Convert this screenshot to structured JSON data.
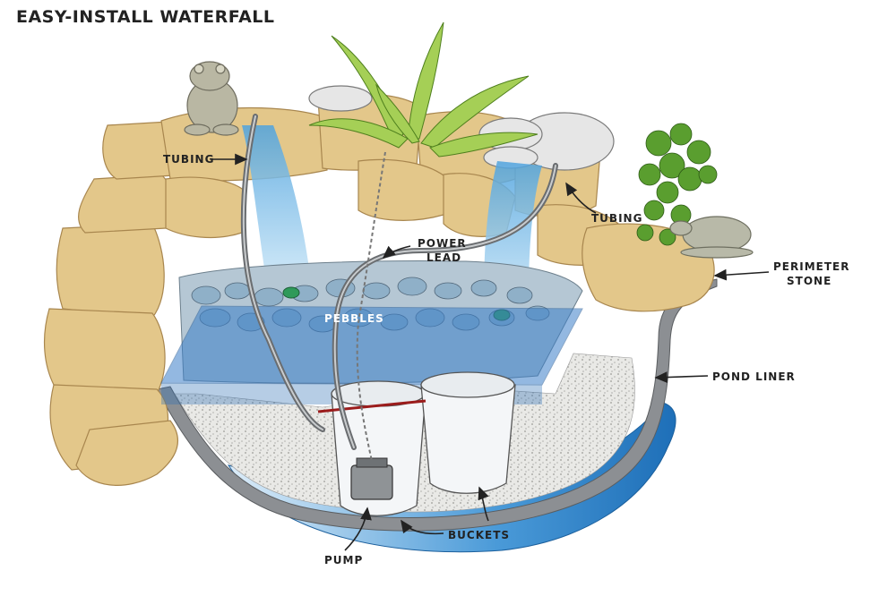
{
  "title": "EASY-INSTALL WATERFALL",
  "labels": {
    "tubing_left": "TUBING",
    "tubing_right": "TUBING",
    "power_lead_1": "POWER",
    "power_lead_2": "LEAD",
    "perimeter_1": "PERIMETER",
    "perimeter_2": "STONE",
    "pebbles": "PEBBLES",
    "pond_liner": "POND LINER",
    "buckets": "BUCKETS",
    "pump": "PUMP"
  },
  "colors": {
    "stone": "#e3c78a",
    "stone_edge": "#a8864e",
    "water": "#3a8fd0",
    "liner": "#8c8f93",
    "pebble": "#8fb0c8",
    "foliage": "#7db83a"
  }
}
